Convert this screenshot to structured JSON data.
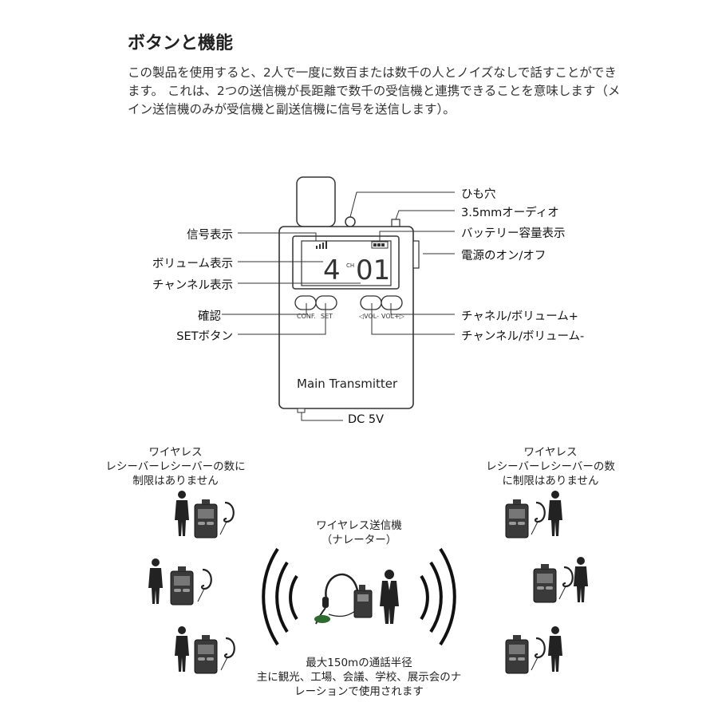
{
  "header": {
    "title": "ボタンと機能",
    "intro": "この製品を使用すると、2人で一度に数百または数千の人とノイズなしで話すことができます。 これは、2つの送信機が長距離で数千の受信機と連携できることを意味します（メイン送信機のみが受信機と副送信機に信号を送信します）。"
  },
  "device": {
    "screen_left": "4",
    "screen_ch": "CH",
    "screen_right": "01",
    "btn_conf": "CONF.",
    "btn_set": "SET",
    "btn_vol_minus": "◁VOL-",
    "btn_vol_plus": "VOL+▷",
    "name": "Main Transmitter"
  },
  "labels_left": {
    "signal": "信号表示",
    "volume": "ボリューム表示",
    "channel": "チャンネル表示",
    "confirm": "確認",
    "set_button": "SETボタン"
  },
  "labels_right": {
    "strap_hole": "ひも穴",
    "audio": "3.5mmオーディオ",
    "battery": "バッテリー容量表示",
    "power": "電源のオン/オフ",
    "ch_vol_plus": "チャネル/ボリューム+",
    "ch_vol_minus": "チャンネル/ボリューム-"
  },
  "dc_label": "DC 5V",
  "scenario": {
    "left_caption": [
      "ワイヤレス",
      "レシーバーレシーバーの数に",
      "制限はありません"
    ],
    "right_caption": [
      "ワイヤレス",
      "レシーバーレシーバーの数",
      "に制限はありません"
    ],
    "center_caption": [
      "ワイヤレス送信機",
      "（ナレーター）"
    ],
    "bottom_caption": [
      "最大150mの通話半径",
      "主に観光、工場、会議、学校、展示会のナ",
      "レーションで使用されます"
    ]
  },
  "icons": [
    "person-icon",
    "receiver-icon",
    "earhook-icon",
    "headset-icon",
    "wave-icon"
  ],
  "colors": {
    "line": "#333333",
    "device_fill": "#ffffff",
    "receiver_fill": "#3a3a3a"
  }
}
